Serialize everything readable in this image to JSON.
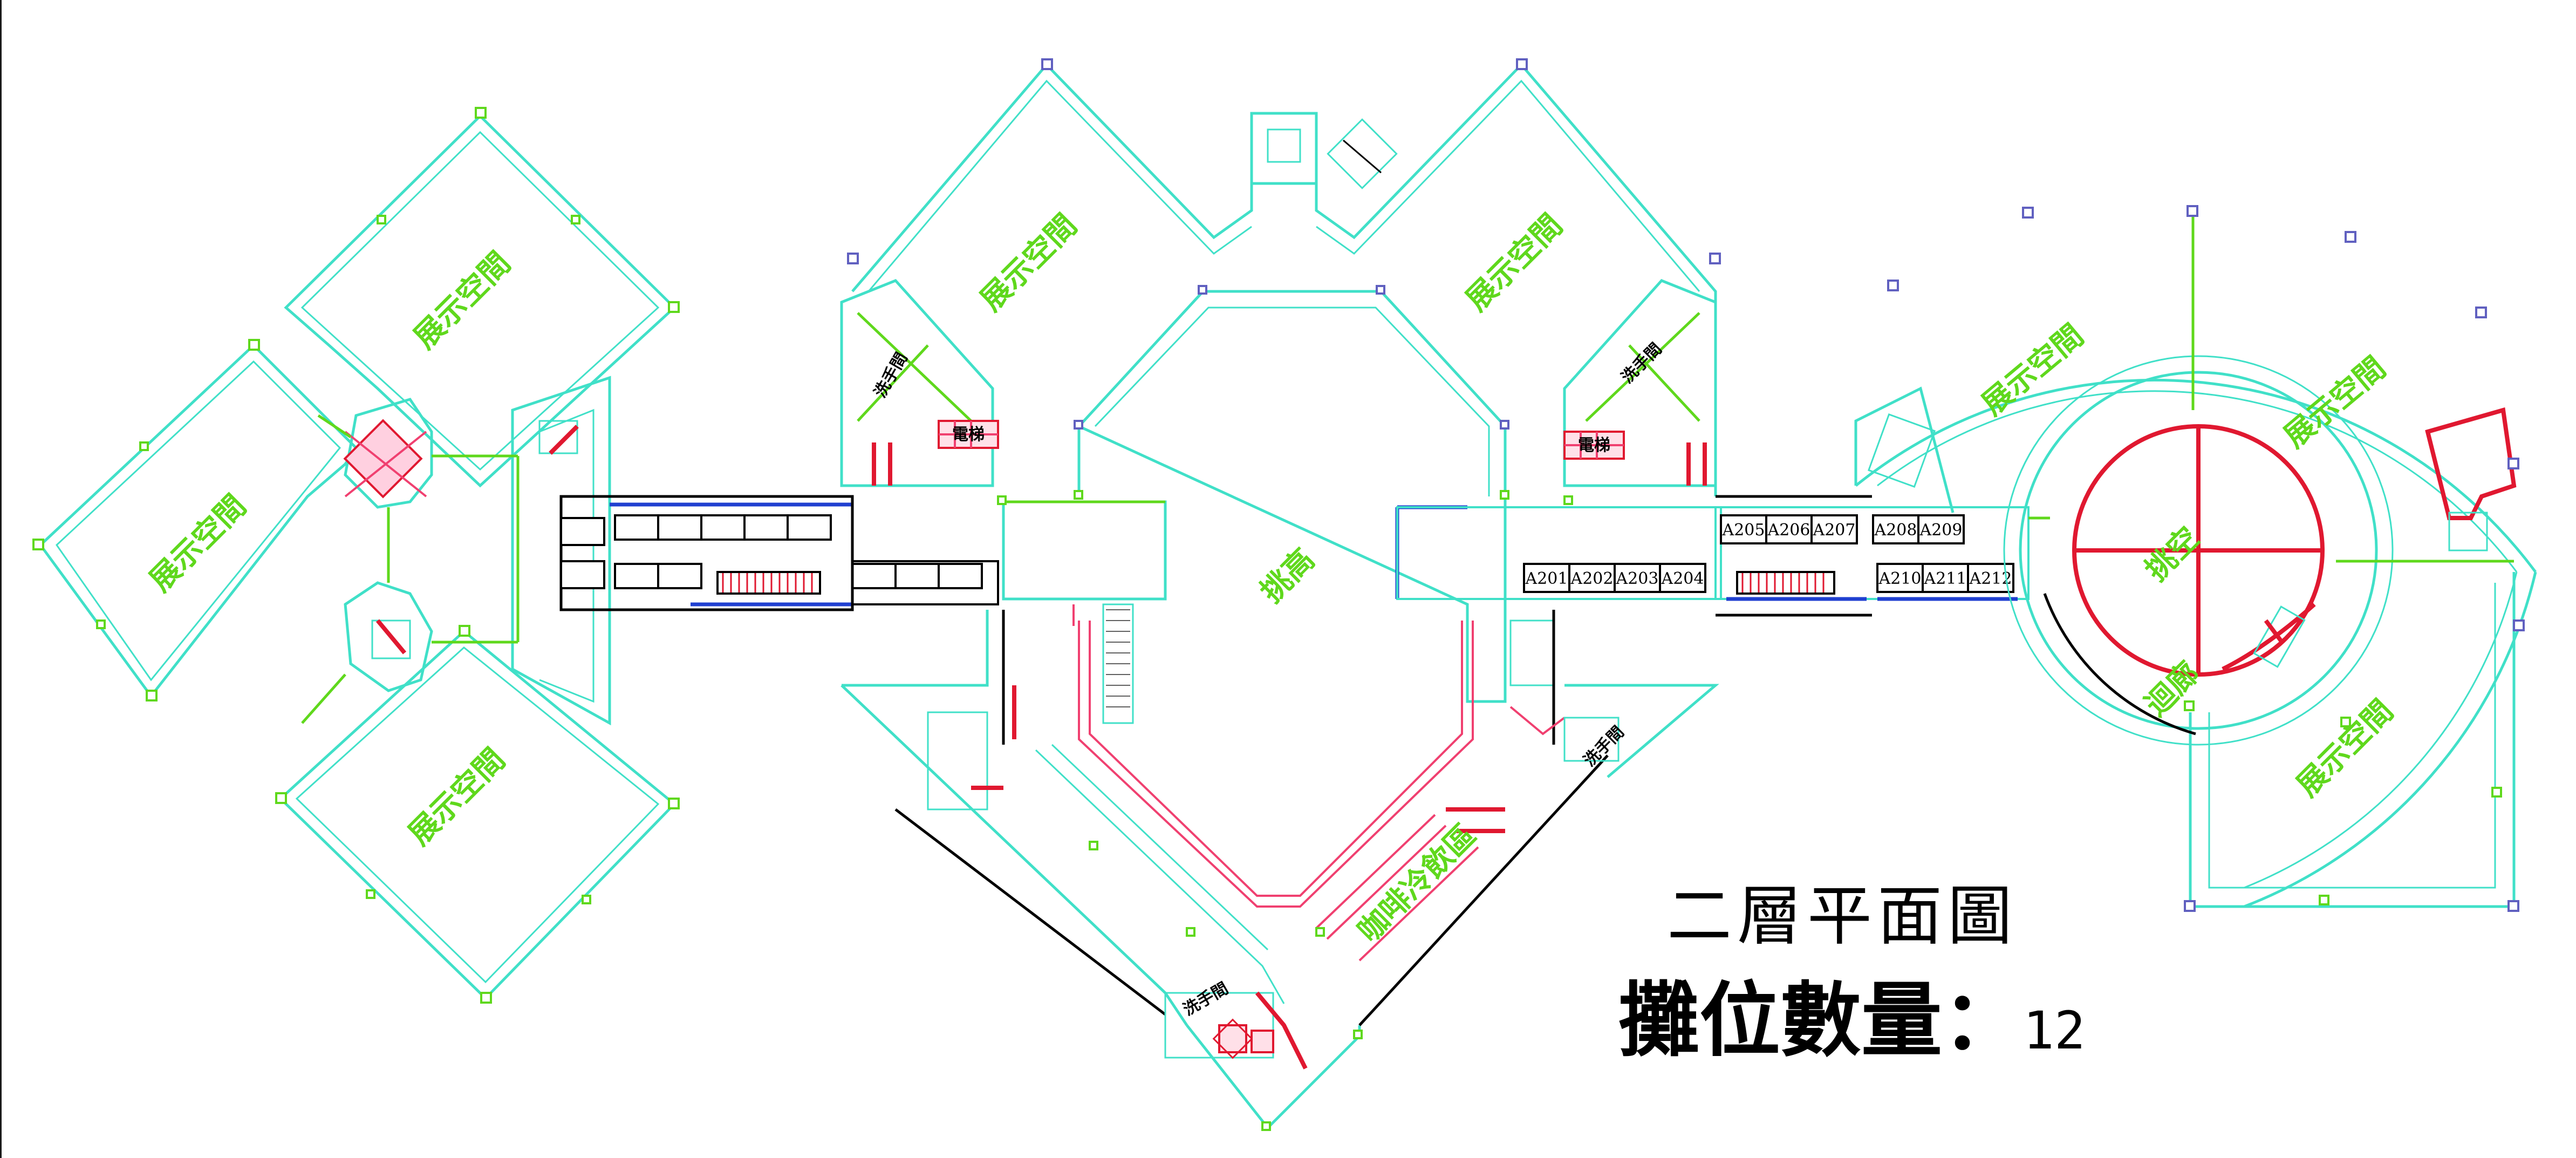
{
  "map": {
    "title": "二層平面圖",
    "booth_count_label": "攤位數量",
    "booth_count_sep": "：",
    "booth_count_value": "12"
  },
  "zones": {
    "exhibit": "展示空間",
    "atrium_center": "挑高",
    "atrium_right": "挑空",
    "cafe": "咖啡冷飲區",
    "corridor": "迴廊",
    "restroom": "洗手間",
    "elevator": "電梯"
  },
  "booths": [
    "A201",
    "A202",
    "A203",
    "A204",
    "A205",
    "A206",
    "A207",
    "A208",
    "A209",
    "A210",
    "A211",
    "A212"
  ],
  "colors": {
    "wall": "#40e0c8",
    "structure": "#5fd81c",
    "accent": "#e01830",
    "label": "#5fd81c"
  }
}
